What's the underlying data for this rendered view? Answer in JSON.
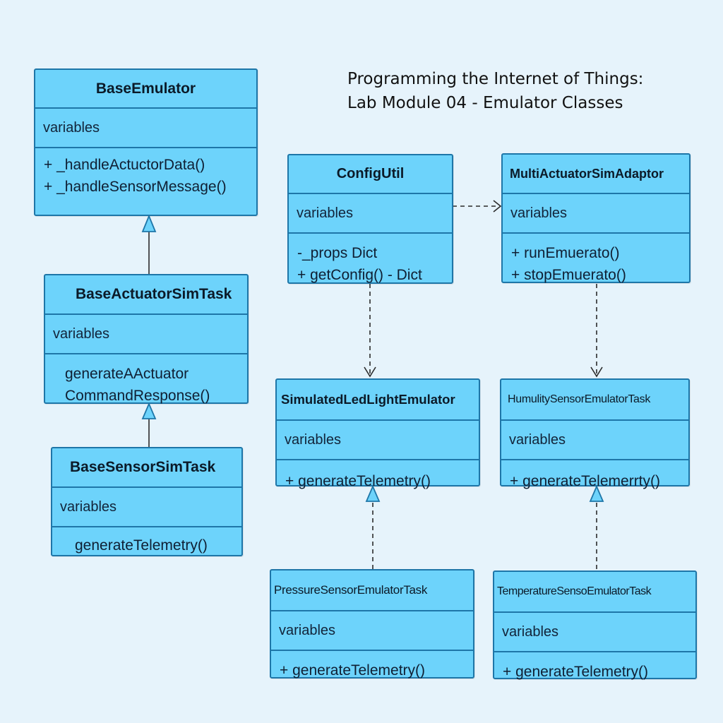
{
  "title": {
    "line1": "Programming the Internet of Things:",
    "line2": "Lab Module 04 - Emulator Classes"
  },
  "classes": {
    "base_emulator": {
      "name": "BaseEmulator",
      "variables": "variables",
      "operations": [
        "+ _handleActuctorData()",
        "+ _handleSensorMessage()"
      ]
    },
    "base_actuator_sim_task": {
      "name": "BaseActuatorSimTask",
      "variables": "variables",
      "operations": [
        "generateAActuator",
        "CommandResponse()"
      ]
    },
    "base_sensor_sim_task": {
      "name": "BaseSensorSimTask",
      "variables": "variables",
      "operations": [
        "generateTelemetry()"
      ]
    },
    "config_util": {
      "name": "ConfigUtil",
      "variables": "variables",
      "operations": [
        "-_props Dict",
        "+ getConfig() - Dict"
      ]
    },
    "multi_actuator_sim_adaptor": {
      "name": "MultiActuatorSimAdaptor",
      "variables": "variables",
      "operations": [
        "+ runEmuerato()",
        "+ stopEmuerato()"
      ]
    },
    "simulated_led_light_emulator": {
      "name": "SimulatedLedLightEmulator",
      "variables": "variables",
      "operations": [
        "+ generateTelemetry()"
      ]
    },
    "humility_sensor_emulator_task": {
      "name": "HumulitySensorEmulatorTask",
      "variables": "variables",
      "operations": [
        "+ generateTelemerrty()"
      ]
    },
    "pressure_sensor_emulator_task": {
      "name": "PressureSensorEmulatorTask",
      "variables": "variables",
      "operations": [
        "+ generateTelemetry()"
      ]
    },
    "temperature_sensor_emulator_task": {
      "name": "TemperatureSensoEmulatorTask",
      "variables": "variables",
      "operations": [
        "+ generateTelemetry()"
      ]
    }
  },
  "colors": {
    "background": "#e6f3fb",
    "class_fill": "#6dd3fb",
    "class_border": "#1e76a8",
    "connector": "#2a2a2a"
  }
}
